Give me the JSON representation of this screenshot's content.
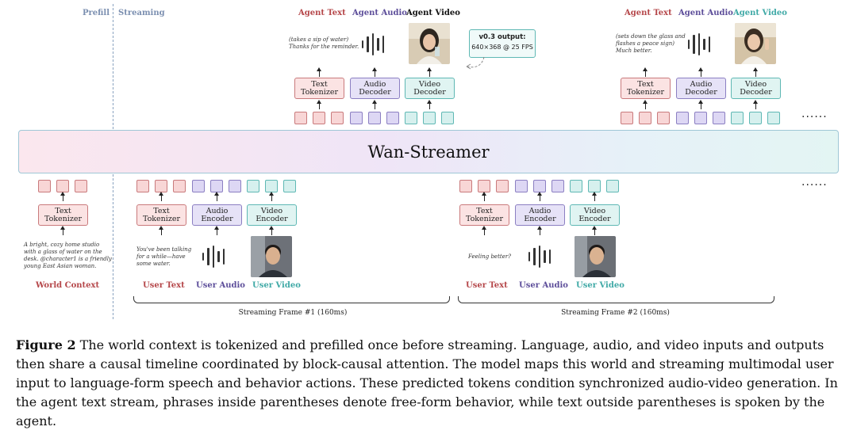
{
  "header": {
    "prefill": "Prefill",
    "streaming": "Streaming"
  },
  "core": {
    "title": "Wan-Streamer"
  },
  "labels": {
    "agent_text": "Agent Text",
    "agent_audio": "Agent Audio",
    "agent_video": "Agent Video",
    "user_text": "User Text",
    "user_audio": "User Audio",
    "user_video": "User Video",
    "world_context": "World Context"
  },
  "modules": {
    "text_tokenizer": [
      "Text",
      "Tokenizer"
    ],
    "audio_decoder": [
      "Audio",
      "Decoder"
    ],
    "video_decoder": [
      "Video",
      "Decoder"
    ],
    "audio_encoder": [
      "Audio",
      "Encoder"
    ],
    "video_encoder": [
      "Video",
      "Encoder"
    ]
  },
  "output_note": {
    "title": "v0.3 output:",
    "detail": "640×368 @ 25 FPS"
  },
  "texts": {
    "agent1": [
      "(takes a sip of water)",
      "Thanks for the reminder."
    ],
    "agent2": [
      "(sets down the glass and",
      "flashes a peace sign)",
      "Much better."
    ],
    "world": [
      "A bright, cozy home studio",
      "with a glass of water on the",
      "desk. @character1 is a friendly",
      "young East Asian woman."
    ],
    "user1": [
      "You've been talking",
      "for a while—have",
      "some water."
    ],
    "user2": [
      "Feeling better?"
    ]
  },
  "frames": {
    "frame1": "Streaming Frame #1 (160ms)",
    "frame2": "Streaming Frame #2 (160ms)"
  },
  "ellipsis": "......",
  "caption": {
    "label": "Figure 2",
    "text": "The world context is tokenized and prefilled once before streaming. Language, audio, and video inputs and outputs then share a causal timeline coordinated by block-causal attention. The model maps this world and streaming multimodal user input to language-form speech and behavior actions. These predicted tokens condition synchronized audio-video generation. In the agent text stream, phrases inside parentheses denote free-form behavior, while text outside parentheses is spoken by the agent."
  },
  "colors": {
    "text": "#b5474a",
    "audio": "#5d4e9a",
    "video": "#3fa9a6",
    "core_border": "#9fc7d6"
  }
}
